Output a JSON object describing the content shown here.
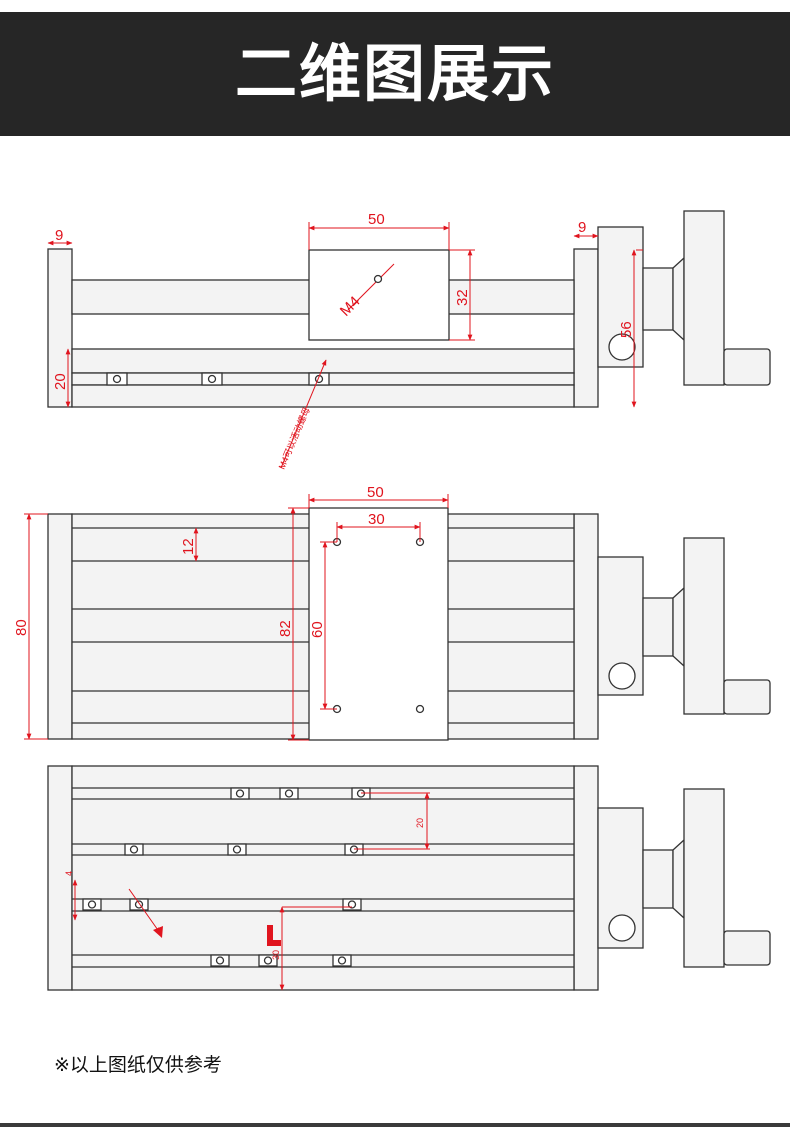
{
  "header": {
    "title": "二维图展示"
  },
  "colors": {
    "header_bg": "#262626",
    "dimension": "#e0141e",
    "outline": "#333333"
  },
  "views": {
    "front": {
      "dim_top_left": "9",
      "dim_carriage_width": "50",
      "dim_top_right": "9",
      "dim_carriage_height": "32",
      "dim_rail_height": "20",
      "dim_motor_height": "56",
      "label_thread": "M4",
      "label_slot_note": "M4可以活动螺母"
    },
    "top": {
      "dim_carriage_width": "50",
      "dim_hole_spacing_x": "30",
      "dim_slot_pitch": "12",
      "dim_base_width": "80",
      "dim_carriage_length": "82",
      "dim_hole_spacing_y": "60"
    },
    "bottom": {
      "dim_slot_spacing": "20",
      "dim_edge": "4",
      "dim_depth": "30"
    }
  },
  "footer": {
    "note": "※以上图纸仅供参考"
  }
}
